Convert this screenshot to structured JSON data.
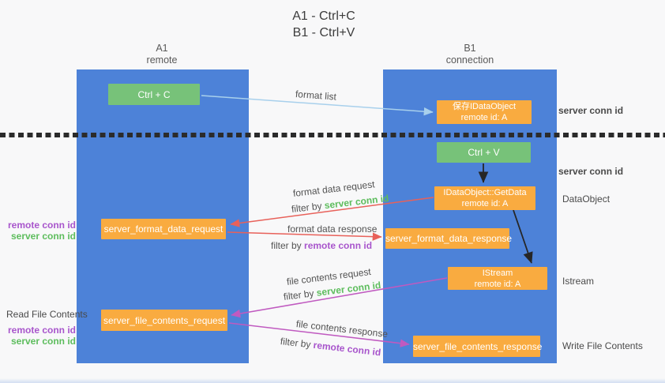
{
  "title": {
    "line1": "A1 - Ctrl+C",
    "line2": "B1 - Ctrl+V"
  },
  "lanes": {
    "left": {
      "name": "A1",
      "role": "remote"
    },
    "right": {
      "name": "B1",
      "role": "connection"
    }
  },
  "boxes": {
    "ctrl_c": {
      "label": "Ctrl + C"
    },
    "save_dataobject": {
      "line1": "保存IDataObject",
      "line2": "remote id: A"
    },
    "ctrl_v": {
      "label": "Ctrl + V"
    },
    "getdata": {
      "line1": "IDataObject::GetData",
      "line2": "remote id: A"
    },
    "format_request": {
      "label": "server_format_data_request"
    },
    "format_response": {
      "label": "server_format_data_response"
    },
    "istream": {
      "line1": "IStream",
      "line2": "remote id: A"
    },
    "file_request": {
      "label": "server_file_contents_request"
    },
    "file_response": {
      "label": "server_file_contents_response"
    }
  },
  "arrow_labels": {
    "format_list": "format list",
    "format_data_request": "format data request",
    "format_data_response": "format data response",
    "file_contents_request": "file contents request",
    "file_contents_response": "file contents response",
    "filter_by": "filter by",
    "server_conn_id": "server conn id",
    "remote_conn_id": "remote conn id"
  },
  "side_labels": {
    "server_conn_id_top": "server conn id",
    "server_conn_id_mid": "server conn id",
    "dataobject": "DataObject",
    "istream": "Istream",
    "read_file_contents": "Read File Contents",
    "write_file_contents": "Write File Contents",
    "remote_conn_id": "remote conn id",
    "server_conn_id": "server conn id"
  },
  "colors": {
    "lane_blue": "#4d82d8",
    "box_green": "#77c279",
    "box_orange": "#f9ab40",
    "arrow_lightblue": "#a8d0ec",
    "arrow_red": "#e8615a",
    "arrow_magenta": "#c05ac0",
    "arrow_black": "#262626",
    "text_green": "#5dbd5d",
    "text_purple": "#a855cc"
  }
}
